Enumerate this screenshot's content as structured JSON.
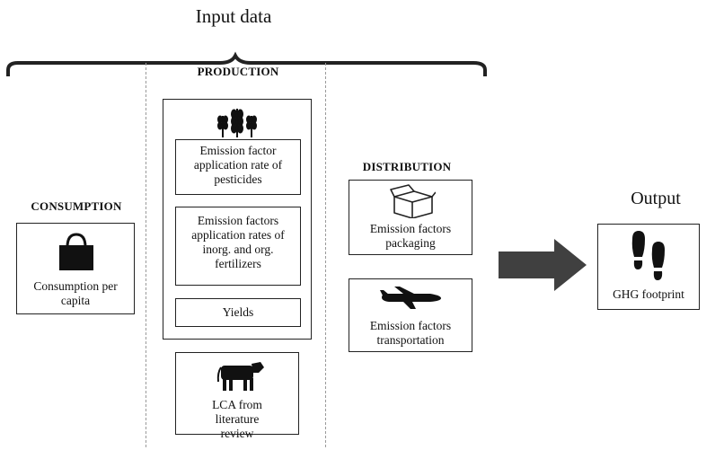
{
  "diagram": {
    "input_title": "Input data",
    "output_title": "Output",
    "sections": {
      "consumption": "CONSUMPTION",
      "production": "PRODUCTION",
      "distribution": "DISTRIBUTION"
    },
    "boxes": {
      "consumption_per_capita": "Consumption per capita",
      "pesticides": "Emission factor application rate  of pesticides",
      "fertilizers": "Emission factors application rates of inorg. and org. fertilizers",
      "yields": "Yields",
      "lca": "LCA from literature review",
      "packaging": "Emission factors packaging",
      "transportation": "Emission factors transportation",
      "ghg_footprint": "GHG footprint"
    },
    "icons": {
      "basket": "basket-icon",
      "wheat": "wheat-icon",
      "cow": "cow-icon",
      "box": "package-box-icon",
      "airplane": "airplane-icon",
      "footprint": "footprint-icon",
      "arrow": "right-arrow"
    },
    "colors": {
      "arrow": "#404040",
      "lines": "#222222",
      "dashes": "#9a9a9a"
    }
  }
}
